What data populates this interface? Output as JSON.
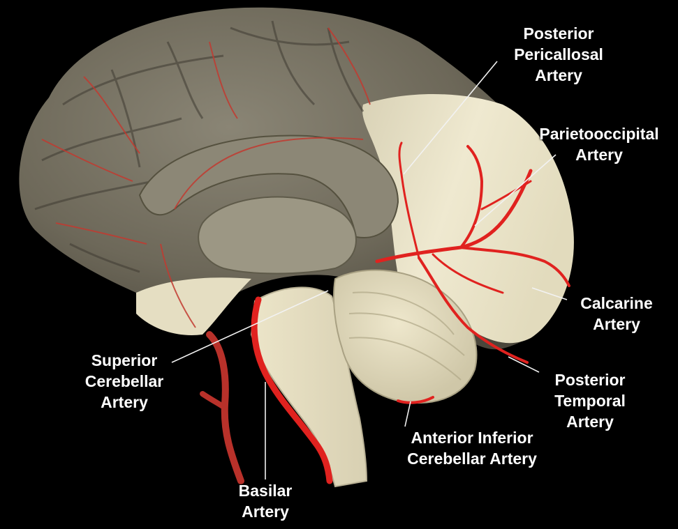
{
  "colors": {
    "background": "#000000",
    "artery": "#e0221f",
    "cortex_shaded": "#6f6a5c",
    "cortex_lit": "#ede6cc",
    "label_text": "#ffffff",
    "leader_line": "#f2f2f2"
  },
  "labels": {
    "posterior_pericallosal": [
      "Posterior",
      "Pericallosal",
      "Artery"
    ],
    "parietooccipital": [
      "Parietooccipital",
      "Artery"
    ],
    "calcarine": [
      "Calcarine",
      "Artery"
    ],
    "posterior_temporal": [
      "Posterior",
      "Temporal",
      "Artery"
    ],
    "anterior_inferior_cerebellar": [
      "Anterior Inferior",
      "Cerebellar Artery"
    ],
    "basilar": [
      "Basilar",
      "Artery"
    ],
    "superior_cerebellar": [
      "Superior",
      "Cerebellar",
      "Artery"
    ]
  }
}
